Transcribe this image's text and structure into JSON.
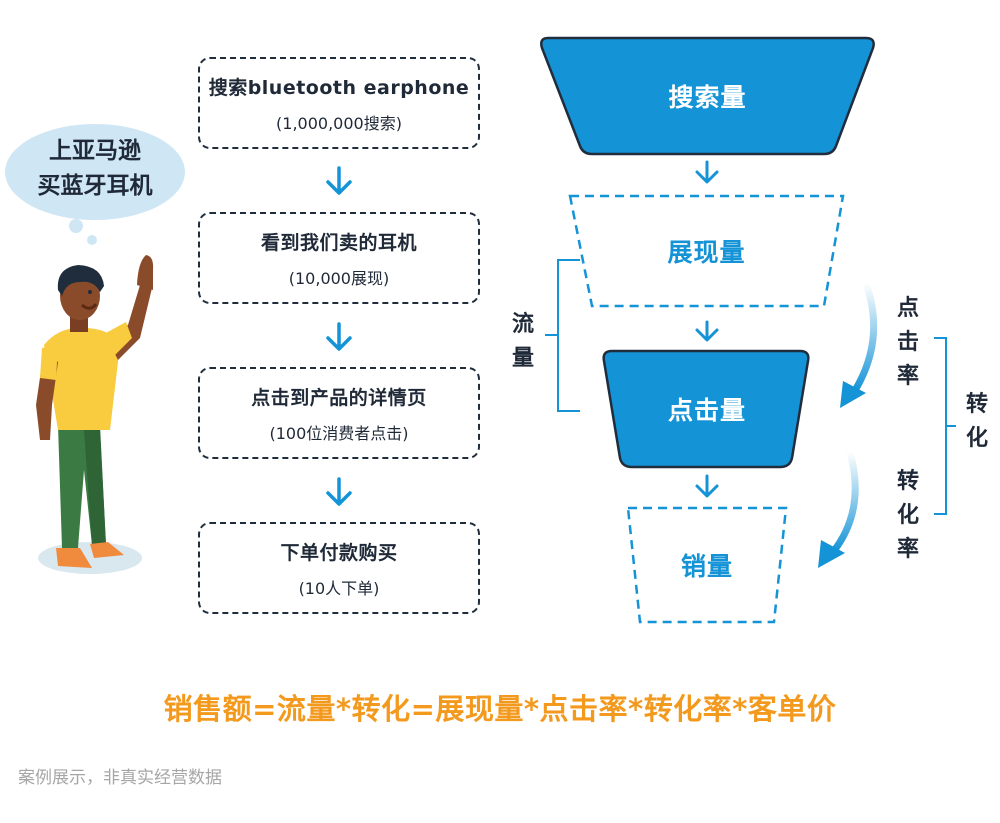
{
  "bubble": {
    "line1": "上亚马逊",
    "line2": "买蓝牙耳机"
  },
  "steps": [
    {
      "title": "搜索bluetooth earphone",
      "detail": "(1,000,000搜索)"
    },
    {
      "title": "看到我们卖的耳机",
      "detail": "(10,000展现)"
    },
    {
      "title": "点击到产品的详情页",
      "detail": "(100位消费者点击)"
    },
    {
      "title": "下单付款购买",
      "detail": "(10人下单)"
    }
  ],
  "funnel": {
    "stage1": "搜索量",
    "stage2": "展现量",
    "stage3": "点击量",
    "stage4": "销量"
  },
  "brackets": {
    "traffic": [
      "流",
      "量"
    ],
    "click_rate": [
      "点",
      "击",
      "率"
    ],
    "conversion_rate": [
      "转",
      "化",
      "率"
    ],
    "conversion": [
      "转",
      "化"
    ]
  },
  "formula": "销售额=流量*转化=展现量*点击率*转化率*客单价",
  "footnote": "案例展示，非真实经营数据",
  "colors": {
    "accent_blue": "#1493d6",
    "dark_outline": "#1f2d3d",
    "formula_orange": "#f39a1e",
    "footnote_gray": "#a6a6a6"
  }
}
